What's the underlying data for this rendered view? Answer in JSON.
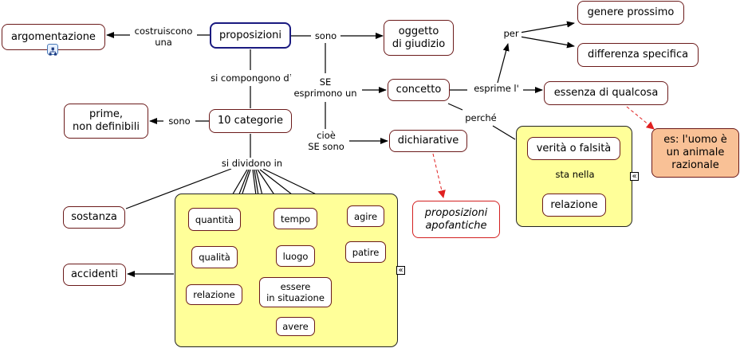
{
  "map": {
    "nodes": {
      "argomentazione": "argomentazione",
      "proposizioni": "proposizioni",
      "oggetto": "oggetto\ndi giudizio",
      "genere": "genere prossimo",
      "differenza": "differenza specifica",
      "concetto": "concetto",
      "essenza": "essenza di qualcosa",
      "prime": "prime,\nnon definibili",
      "categorie": "10 categorie",
      "dichiarative": "dichiarative",
      "apofantiche": "proposizioni\napofantiche",
      "verita": "verità o falsità",
      "relazione_vf": "relazione",
      "esempio": "es: l'uomo è\nun animale\nrazionale",
      "sostanza": "sostanza",
      "accidenti": "accidenti",
      "quantita": "quantità",
      "qualita": "qualità",
      "relazione": "relazione",
      "tempo": "tempo",
      "luogo": "luogo",
      "essere": "essere\nin situazione",
      "avere": "avere",
      "agire": "agire",
      "patire": "patire"
    },
    "links": {
      "costruiscono": "costruiscono\nuna",
      "sono1": "sono",
      "si_compongono": "si compongono di",
      "se_esprimono": "SE\nesprimono un",
      "cioe": "cioè\nSE sono",
      "per": "per",
      "esprime": "esprime l'",
      "perche": "perché",
      "sta_nella": "sta nella",
      "sono2": "sono",
      "si_dividono": "si dividono in"
    },
    "icons": {
      "submap": "submap-tree-icon",
      "collapse": "«"
    },
    "colors": {
      "node_border": "#6b1a1a",
      "main_border": "#1a1a80",
      "group_fill": "#ffff99",
      "example_fill": "#f9c196",
      "dashed_link": "#e02020"
    }
  }
}
